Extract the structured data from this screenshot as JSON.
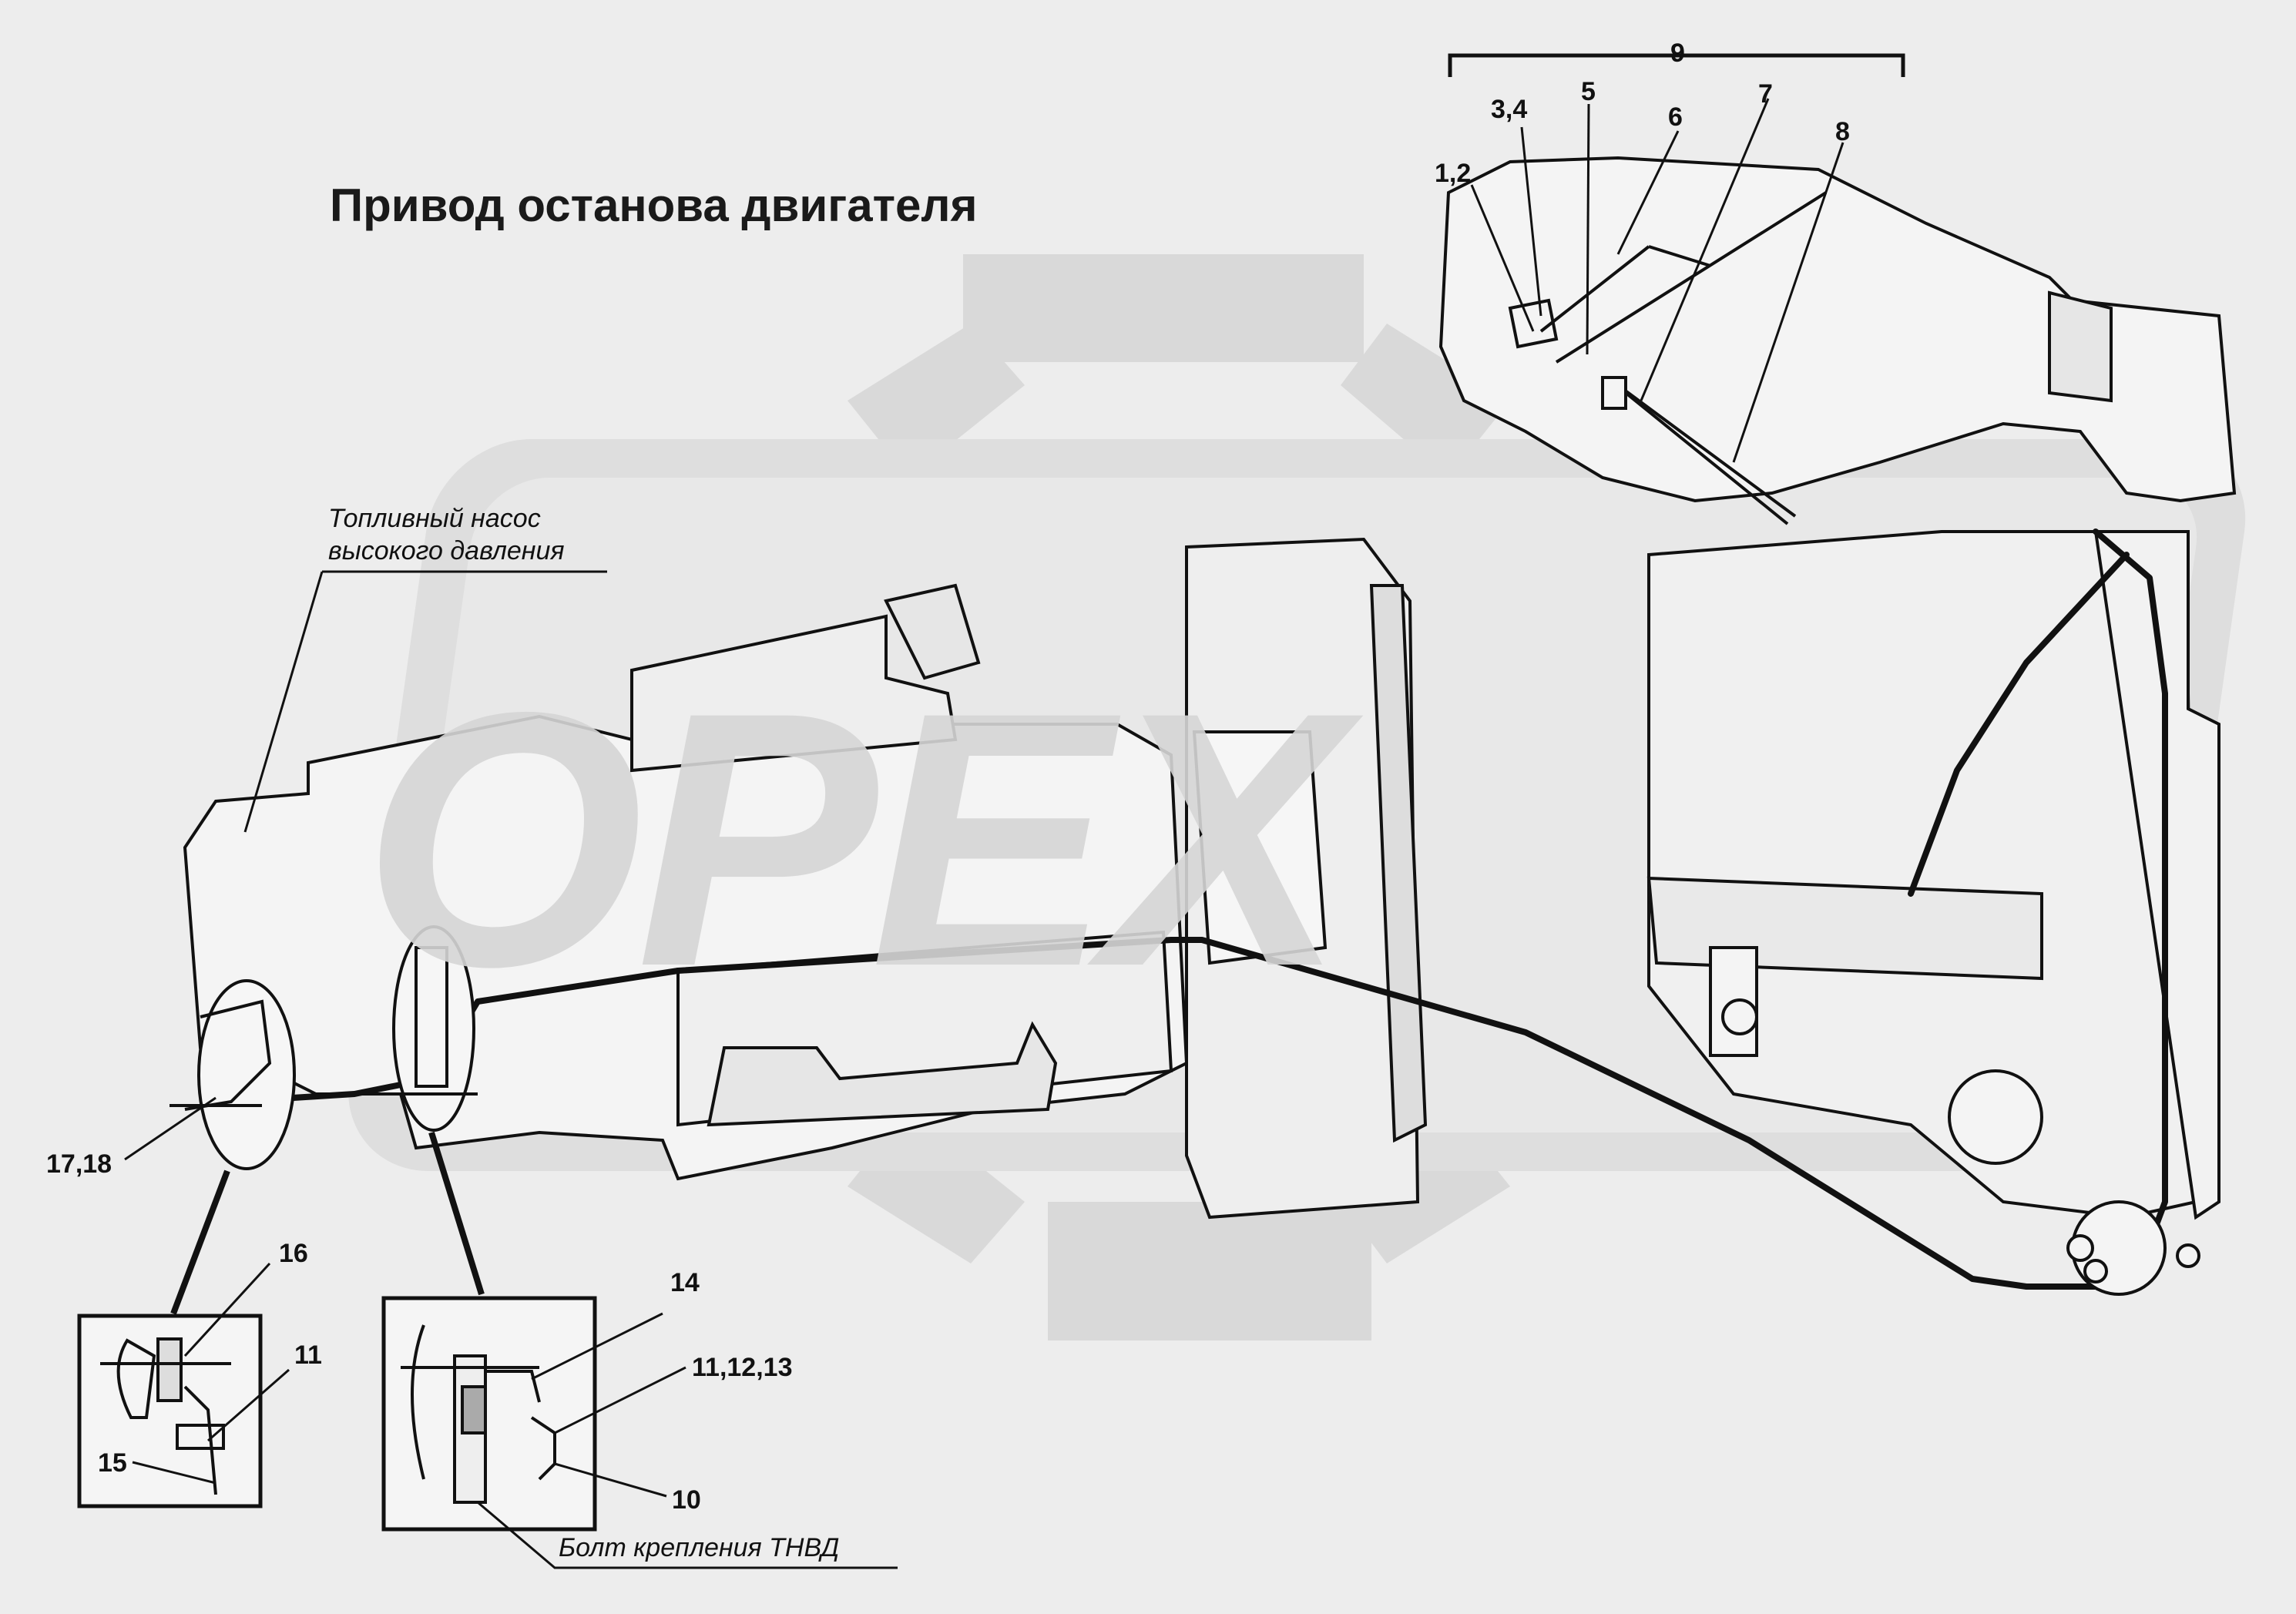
{
  "title": "Привод останова двигателя",
  "watermark": "ОРЕХ",
  "notes": {
    "fuel_pump": [
      "Топливный насос",
      "высокого давления"
    ],
    "bolt": "Болт крепления ТНВД"
  },
  "callouts": {
    "c9": "9",
    "c1_2": "1,2",
    "c3_4": "3,4",
    "c5": "5",
    "c6": "6",
    "c7": "7",
    "c8": "8",
    "c17_18": "17,18",
    "c16": "16",
    "c11_left": "11",
    "c15": "15",
    "c14": "14",
    "c11_12_13": "11,12,13",
    "c10": "10"
  },
  "colors": {
    "line": "#111111",
    "fill": "#f4f4f4",
    "watermark": "#d6d6d6",
    "background": "#ededed"
  }
}
